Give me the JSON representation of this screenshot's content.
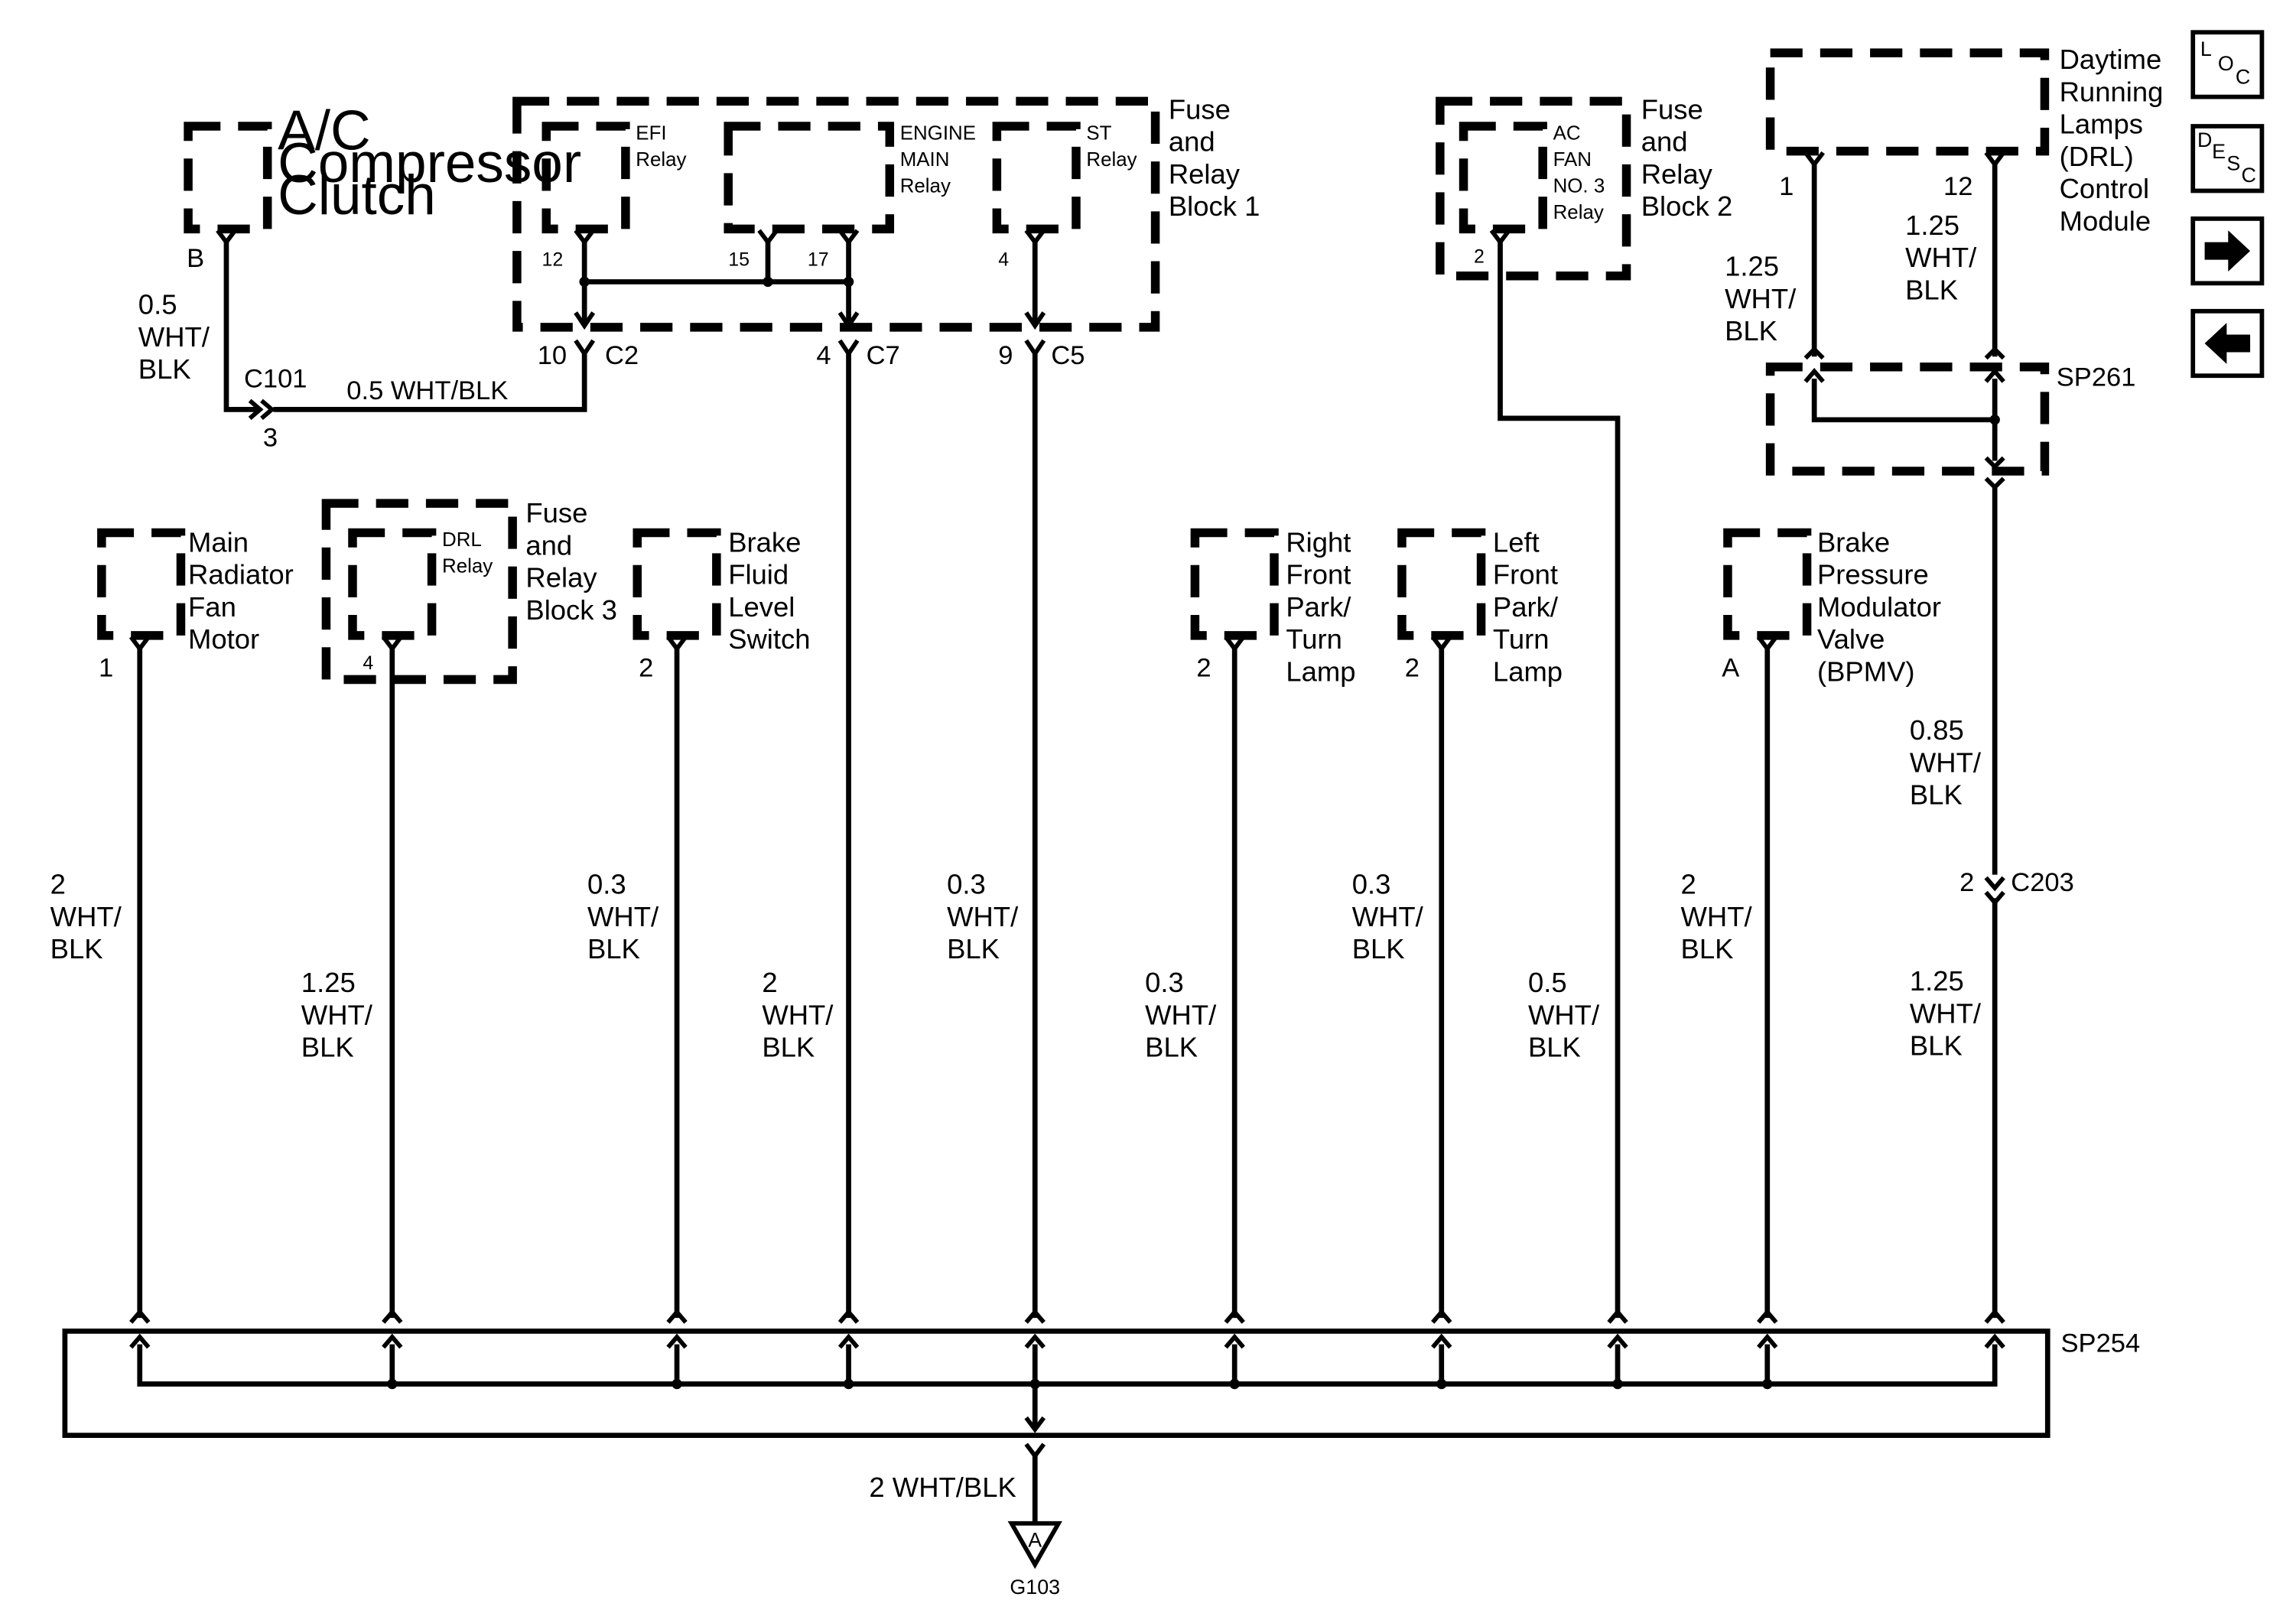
{
  "components": {
    "ac_compressor": {
      "label": [
        "A/C",
        "Compressor",
        "Clutch"
      ],
      "pin": "B"
    },
    "frb1": {
      "label": [
        "Fuse",
        "and",
        "Relay",
        "Block 1"
      ]
    },
    "efi_relay": {
      "label": [
        "EFI",
        "Relay"
      ],
      "pin": "12"
    },
    "engine_main_relay": {
      "label": [
        "ENGINE",
        "MAIN",
        "Relay"
      ],
      "pin_a": "15",
      "pin_b": "17"
    },
    "st_relay": {
      "label": [
        "ST",
        "Relay"
      ],
      "pin": "4"
    },
    "frb2": {
      "label": [
        "Fuse",
        "and",
        "Relay",
        "Block 2"
      ]
    },
    "ac_fan_relay": {
      "label": [
        "AC",
        "FAN",
        "NO. 3",
        "Relay"
      ],
      "pin": "2"
    },
    "drl_module": {
      "label": [
        "Daytime",
        "Running",
        "Lamps",
        "(DRL)",
        "Control",
        "Module"
      ],
      "pin_a": "1",
      "pin_b": "12"
    },
    "main_radiator_fan": {
      "label": [
        "Main",
        "Radiator",
        "Fan",
        "Motor"
      ],
      "pin": "1"
    },
    "frb3": {
      "label": [
        "Fuse",
        "and",
        "Relay",
        "Block 3"
      ]
    },
    "drl_relay": {
      "label": [
        "DRL",
        "Relay"
      ],
      "pin": "4"
    },
    "brake_fluid": {
      "label": [
        "Brake",
        "Fluid",
        "Level",
        "Switch"
      ],
      "pin": "2"
    },
    "right_front_lamp": {
      "label": [
        "Right",
        "Front",
        "Park/",
        "Turn",
        "Lamp"
      ],
      "pin": "2"
    },
    "left_front_lamp": {
      "label": [
        "Left",
        "Front",
        "Park/",
        "Turn",
        "Lamp"
      ],
      "pin": "2"
    },
    "bpmv": {
      "label": [
        "Brake",
        "Pressure",
        "Modulator",
        "Valve",
        "(BPMV)"
      ],
      "pin": "A"
    }
  },
  "connectors": {
    "c101": {
      "name": "C101",
      "pin": "3"
    },
    "c2": {
      "name": "C2",
      "pin": "10"
    },
    "c7": {
      "name": "C7",
      "pin": "4"
    },
    "c5": {
      "name": "C5",
      "pin": "9"
    },
    "c203": {
      "name": "C203",
      "pin": "2"
    }
  },
  "splices": {
    "sp261": "SP261",
    "sp254": "SP254"
  },
  "ground": {
    "name": "G103",
    "letter": "A"
  },
  "wires": {
    "ac_compressor": [
      "0.5",
      "WHT/",
      "BLK"
    ],
    "c101_to_c2": "0.5 WHT/BLK",
    "drl_pin1": [
      "1.25",
      "WHT/",
      "BLK"
    ],
    "drl_pin12": [
      "1.25",
      "WHT/",
      "BLK"
    ],
    "sp261_to_c203": [
      "0.85",
      "WHT/",
      "BLK"
    ],
    "main_radiator_fan": [
      "2",
      "WHT/",
      "BLK"
    ],
    "drl_relay": [
      "1.25",
      "WHT/",
      "BLK"
    ],
    "brake_fluid": [
      "0.3",
      "WHT/",
      "BLK"
    ],
    "c7": [
      "2",
      "WHT/",
      "BLK"
    ],
    "c5": [
      "0.3",
      "WHT/",
      "BLK"
    ],
    "right_front_lamp": [
      "0.3",
      "WHT/",
      "BLK"
    ],
    "left_front_lamp": [
      "0.3",
      "WHT/",
      "BLK"
    ],
    "ac_fan_relay": [
      "0.5",
      "WHT/",
      "BLK"
    ],
    "bpmv": [
      "2",
      "WHT/",
      "BLK"
    ],
    "c203_to_sp254": [
      "1.25",
      "WHT/",
      "BLK"
    ],
    "ground": "2 WHT/BLK"
  },
  "nav": {
    "loc": [
      "L",
      "O",
      "C"
    ],
    "desc": [
      "D",
      "E",
      "S",
      "C"
    ],
    "next_icon": "arrow-right-icon",
    "prev_icon": "arrow-left-icon"
  }
}
